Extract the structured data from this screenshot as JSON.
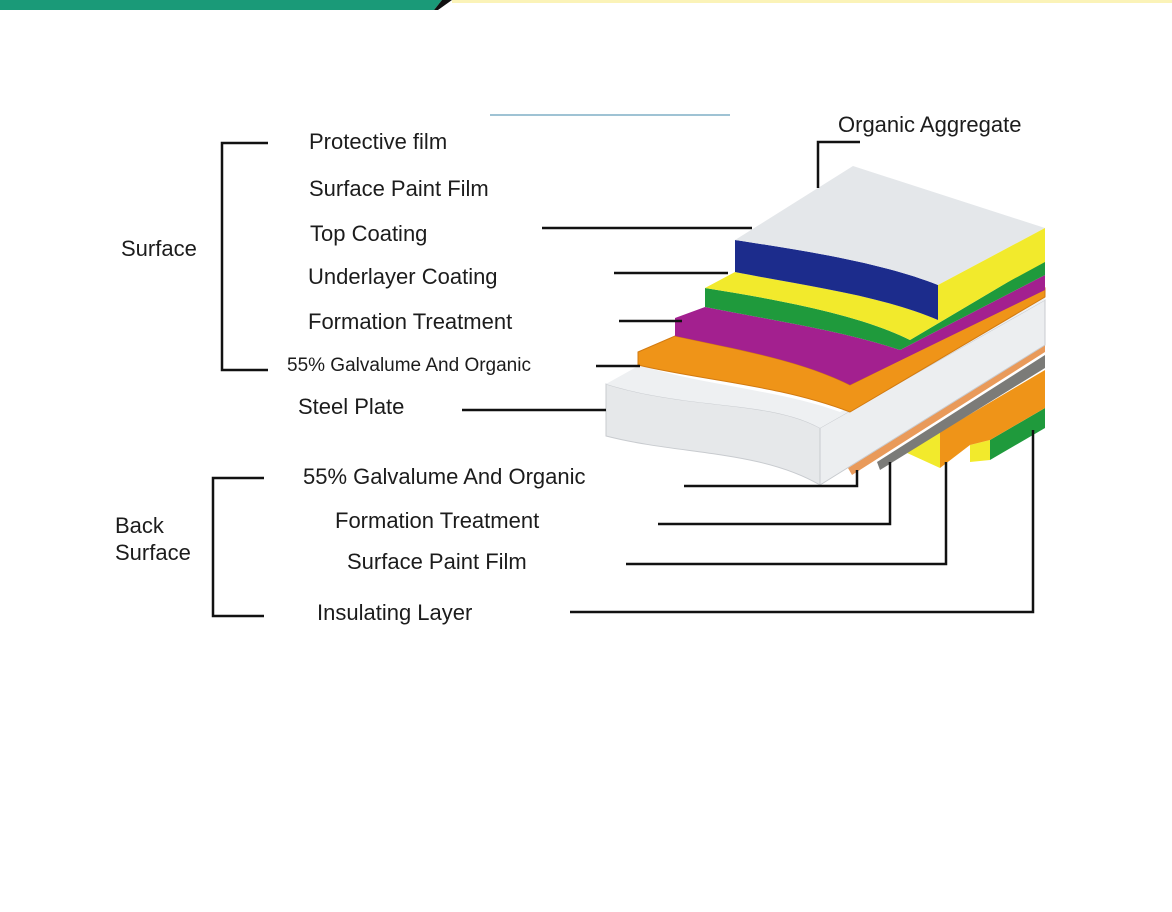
{
  "diagram": {
    "top_label": "Organic Aggregate",
    "groups": {
      "surface": "Surface",
      "back_surface_line1": "Back",
      "back_surface_line2": "Surface"
    },
    "surface_layers": [
      "Protective film",
      "Surface Paint Film",
      "Top Coating",
      "Underlayer Coating",
      "Formation Treatment",
      "55% Galvalume And Organic"
    ],
    "core": "Steel Plate",
    "back_layers": [
      "55% Galvalume And Organic",
      "Formation Treatment",
      "Surface Paint Film",
      "Insulating Layer"
    ],
    "colors": {
      "header_green": "#1a9a78",
      "protective_film": "#e4e7ea",
      "top_coating": "#1c2c8c",
      "paint_yellow": "#f2ea2c",
      "green": "#1f9a3c",
      "magenta": "#a3208f",
      "orange": "#ef9418",
      "steel": "#e6e8ea",
      "gray": "#7b7b78"
    }
  }
}
